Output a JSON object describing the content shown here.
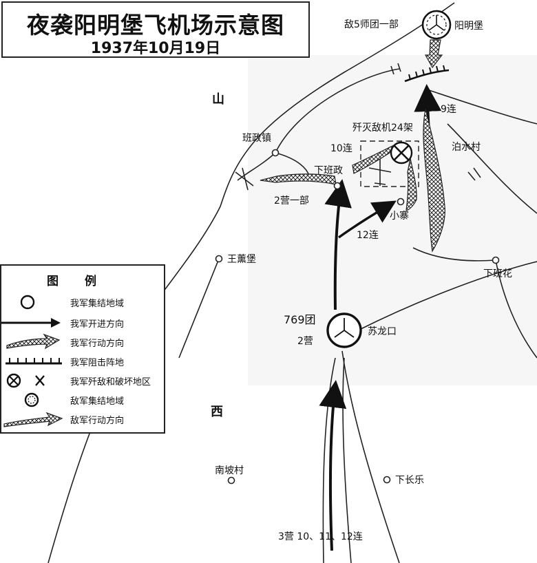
{
  "title": {
    "main": "夜袭阳明堡飞机场示意图",
    "date": "1937年10月19日"
  },
  "legend": {
    "heading": "图例",
    "items": [
      {
        "icon": "assembly-circle-icon",
        "label": "我军集结地域"
      },
      {
        "icon": "advance-arrow-icon",
        "label": "我军开进方向"
      },
      {
        "icon": "hatched-arrow-icon",
        "label": "我军行动方向"
      },
      {
        "icon": "blocking-position-icon",
        "label": "我军阻击阵地"
      },
      {
        "icon": "destroy-area-icon",
        "label": "我军歼敌和破坏地区"
      },
      {
        "icon": "enemy-assembly-icon",
        "label": "敌军集结地域"
      },
      {
        "icon": "enemy-arrow-icon",
        "label": "敌军行动方向"
      }
    ]
  },
  "map": {
    "places": {
      "yangmingbao": "阳明堡",
      "banzhengzhen": "班政镇",
      "xiabanzheng": "下班政",
      "bishuicun": "泊水村",
      "xiaozhai": "小寨",
      "wangxunbao": "王薰堡",
      "xiabanhua": "下班花",
      "sulongkou": "苏龙口",
      "xiachangle": "下长乐",
      "nanpocun": "南坡村",
      "shan": "山",
      "xi": "西"
    },
    "units": {
      "enemy_regiment": "敌5师团一部",
      "regiment_769": "769团",
      "battalion_2": "2营",
      "battalion_2_part": "2营一部",
      "battalion_3": "3营 10、11、12连",
      "company_9": "9连",
      "company_10": "10连",
      "company_12": "12连"
    },
    "annotation_destroyed": "歼灭敌机24架"
  }
}
